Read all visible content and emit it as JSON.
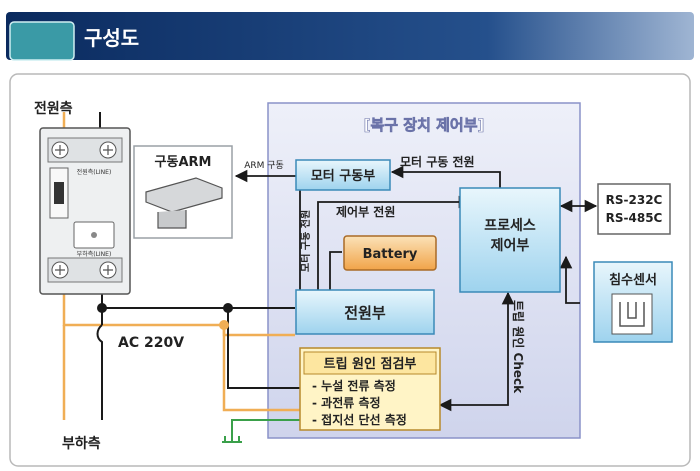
{
  "header": {
    "title": "구성도"
  },
  "control_unit": {
    "title": "[복구 장치 제어부]"
  },
  "labels": {
    "source_side": "전원측",
    "load_side": "부하측",
    "arm": "구동ARM",
    "arm_drive": "ARM 구동",
    "ac": "AC 220V",
    "motor_power": "모터 구동 전원",
    "motor_power_vertical": "모터 구동 전원",
    "control_power": "제어부 전원",
    "trip_check": "트립 원인 Check"
  },
  "breaker": {
    "line_top": "전원측(LINE)",
    "line_bottom": "부하측(LINE)"
  },
  "blocks": {
    "motor": "모터 구동부",
    "battery": "Battery",
    "power": "전원부",
    "processor_line1": "프로세스",
    "processor_line2": "제어부",
    "trip_title": "트립 원인 점검부",
    "trip_items": [
      "- 누설 전류 측정",
      "- 과전류 측정",
      "- 접지선 단선 측정"
    ],
    "rs_line1": "RS-232C",
    "rs_line2": "RS-485C",
    "sensor": "침수센서"
  },
  "colors": {
    "header_dark": "#0a2a5e",
    "header_tab": "#3a9aa6",
    "control_bg": "#dfe3f4",
    "wire_orange": "#f0ae55",
    "wire_green": "#3aa04a",
    "block_cyan": "#cfeaf7",
    "block_orange": "#f3a24a",
    "block_cream": "#fff1b8"
  }
}
